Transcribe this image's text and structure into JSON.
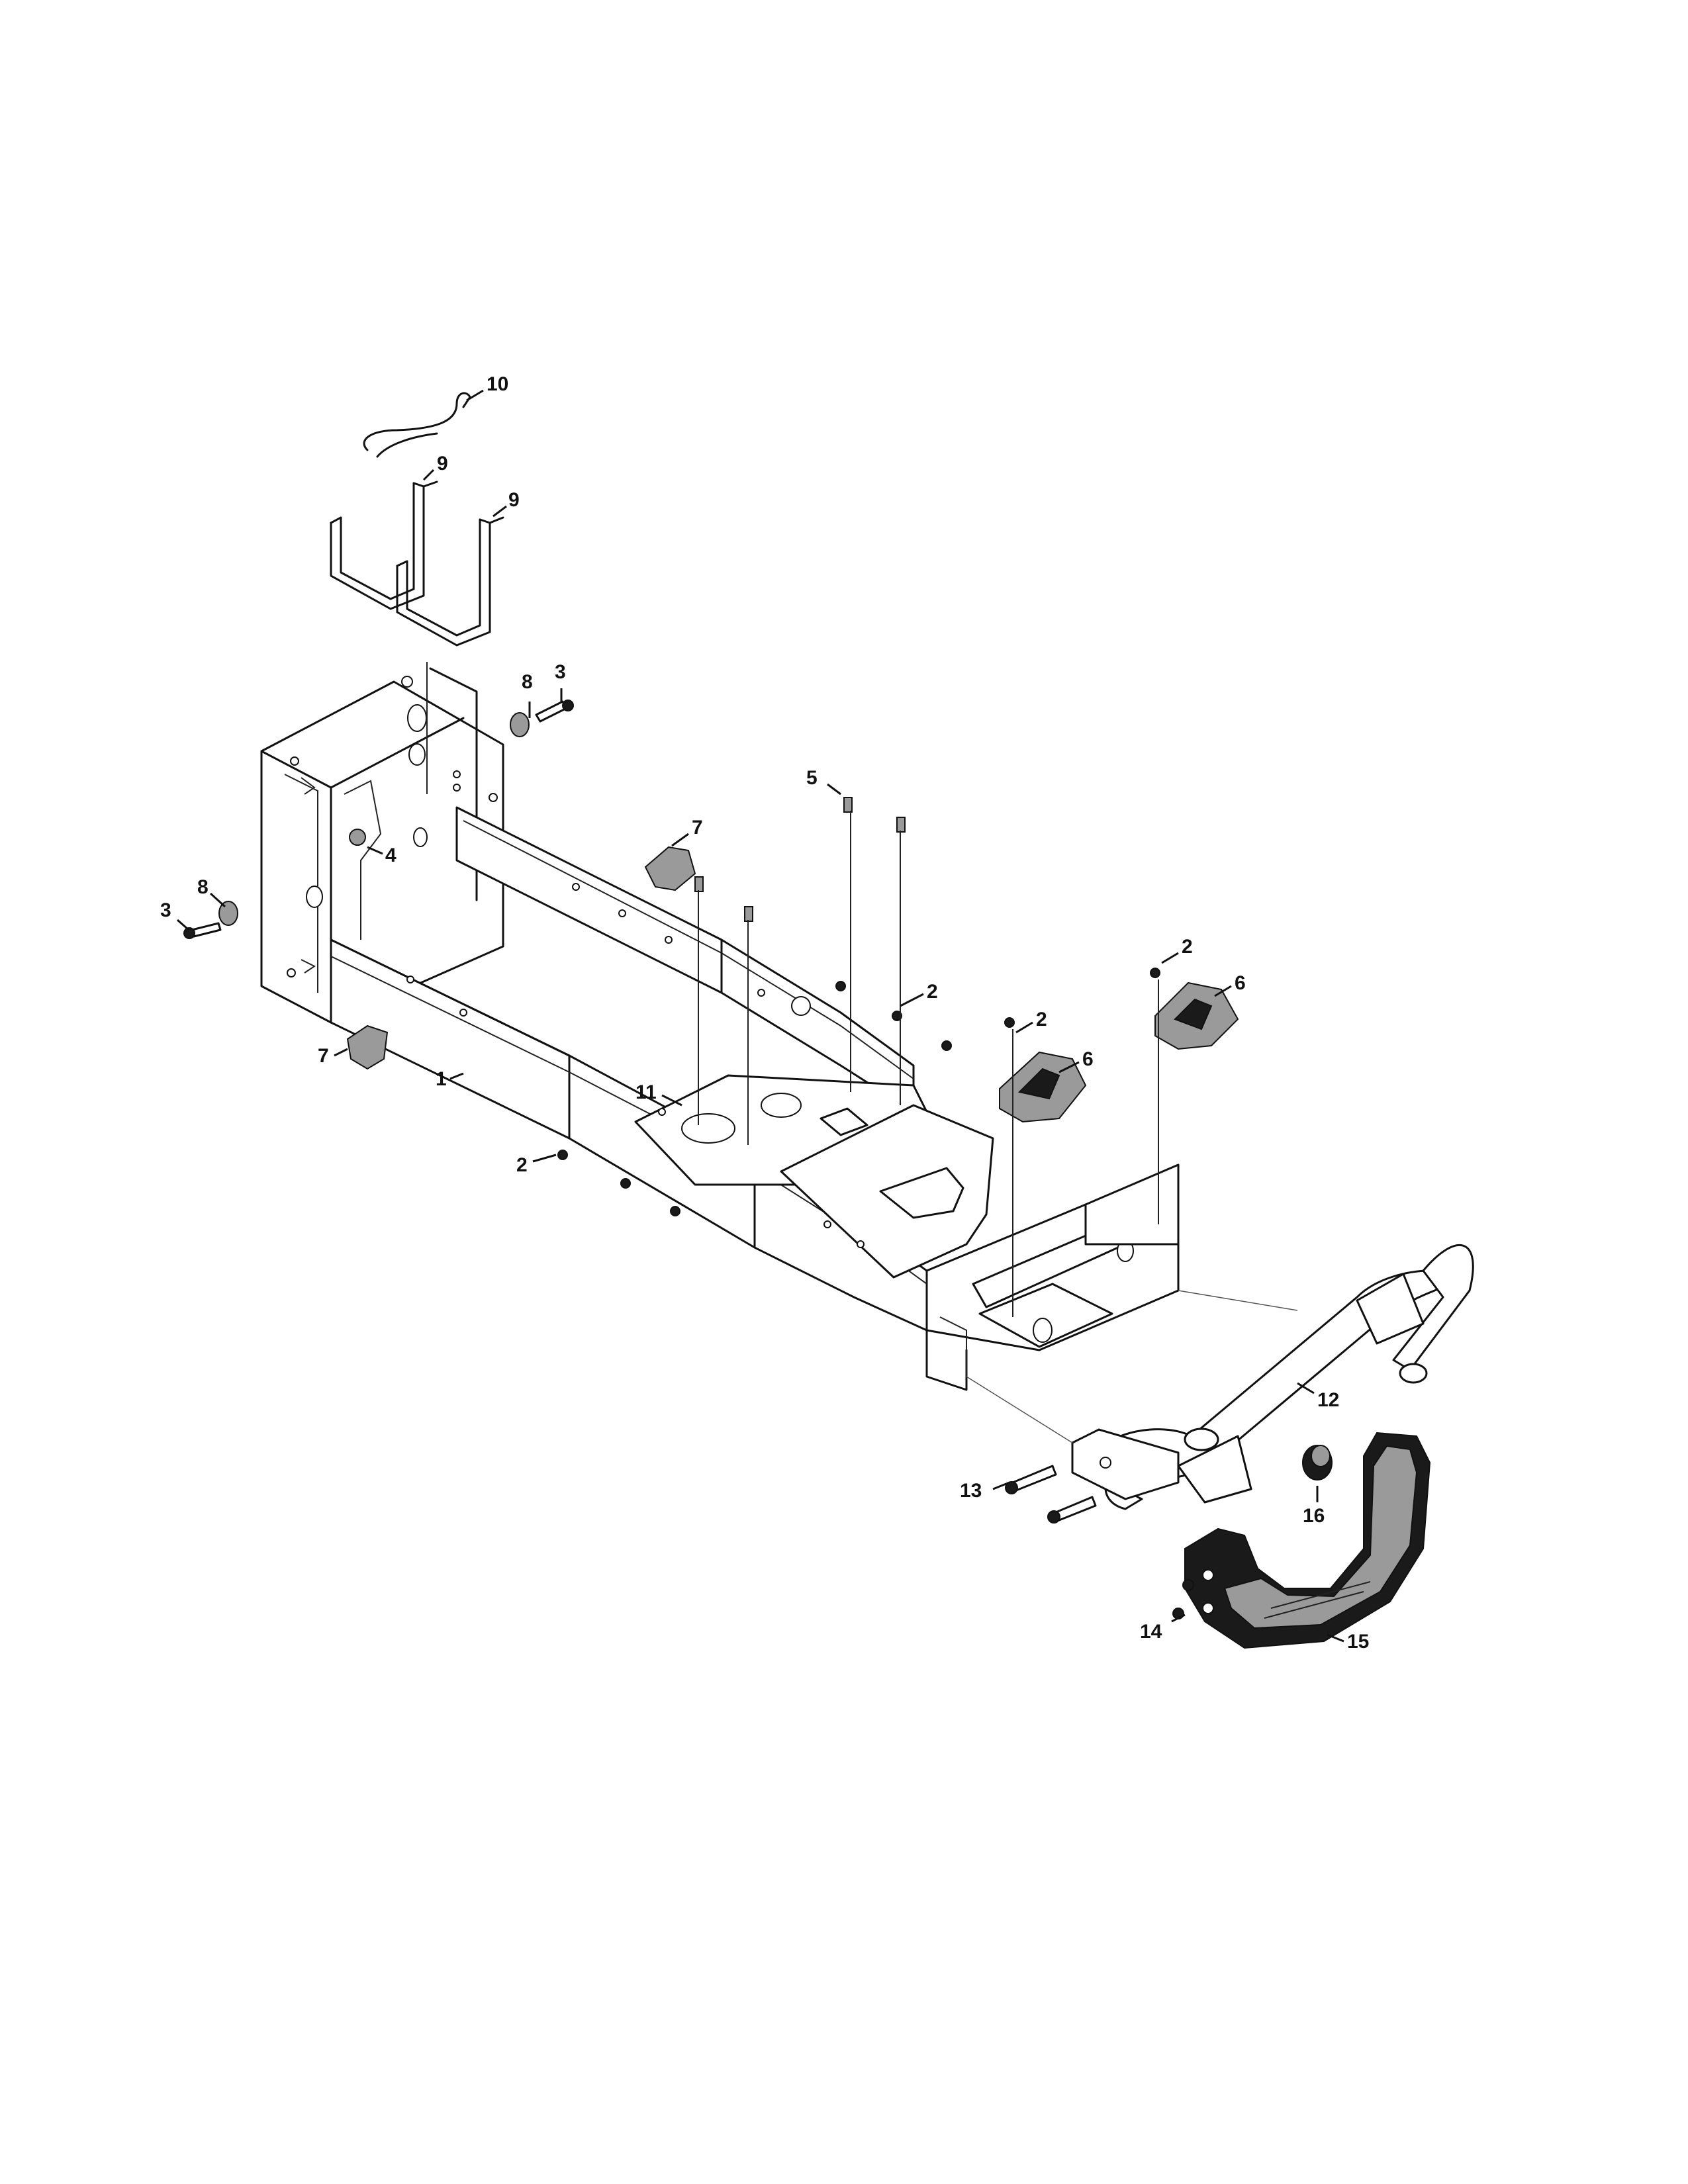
{
  "diagram": {
    "callouts": [
      {
        "id": "c10",
        "text": "10"
      },
      {
        "id": "c9a",
        "text": "9"
      },
      {
        "id": "c9b",
        "text": "9"
      },
      {
        "id": "c8a",
        "text": "8"
      },
      {
        "id": "c3a",
        "text": "3"
      },
      {
        "id": "c4",
        "text": "4"
      },
      {
        "id": "c8b",
        "text": "8"
      },
      {
        "id": "c3b",
        "text": "3"
      },
      {
        "id": "c5",
        "text": "5"
      },
      {
        "id": "c7a",
        "text": "7"
      },
      {
        "id": "c7b",
        "text": "7"
      },
      {
        "id": "c1",
        "text": "1"
      },
      {
        "id": "c11",
        "text": "11"
      },
      {
        "id": "c2a",
        "text": "2"
      },
      {
        "id": "c2b",
        "text": "2"
      },
      {
        "id": "c2c",
        "text": "2"
      },
      {
        "id": "c2d",
        "text": "2"
      },
      {
        "id": "c6a",
        "text": "6"
      },
      {
        "id": "c6b",
        "text": "6"
      },
      {
        "id": "c12",
        "text": "12"
      },
      {
        "id": "c13",
        "text": "13"
      },
      {
        "id": "c16",
        "text": "16"
      },
      {
        "id": "c14",
        "text": "14"
      },
      {
        "id": "c15",
        "text": "15"
      }
    ]
  }
}
